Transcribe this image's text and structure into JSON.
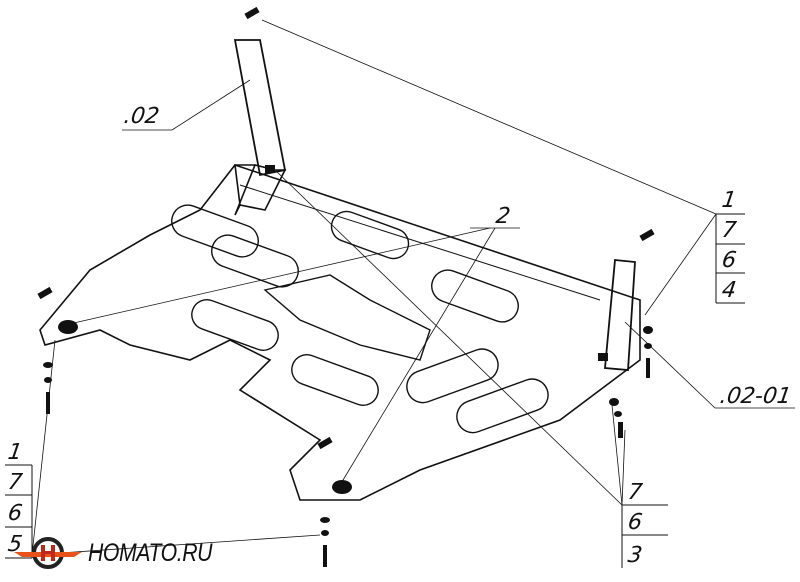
{
  "callouts": {
    "bracket_left": ".02",
    "bracket_right": ".02-01",
    "part_2": "2",
    "stack_right_top": [
      "1",
      "7",
      "6",
      "4"
    ],
    "stack_left": [
      "1",
      "7",
      "6",
      "5"
    ],
    "stack_right_bottom": [
      "7",
      "6",
      "3"
    ]
  },
  "logo": {
    "text": "HOMATO.RU",
    "accent": "#e8531c"
  }
}
